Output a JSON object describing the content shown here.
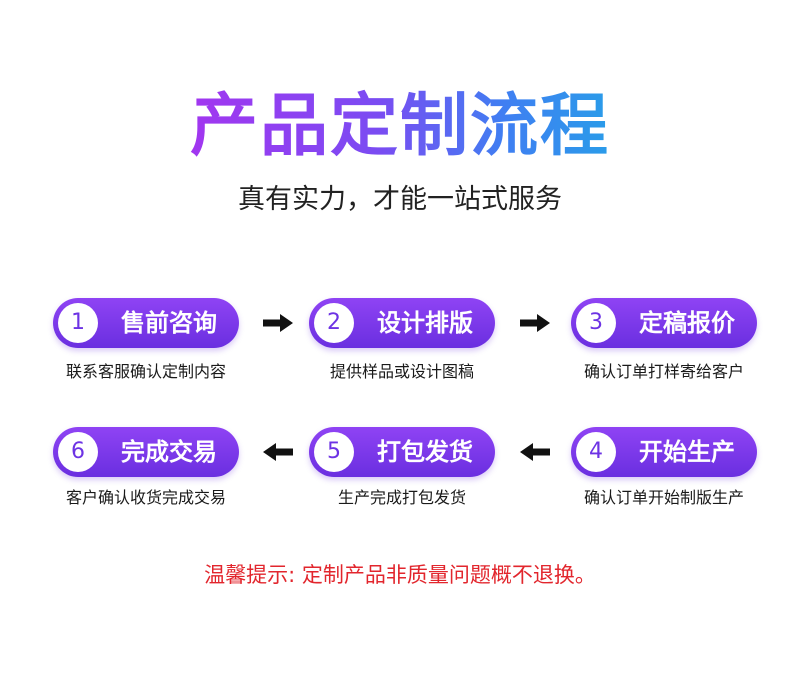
{
  "title": "产品定制流程",
  "subtitle": "真有实力，才能一站式服务",
  "steps": [
    {
      "number": "1",
      "label": "售前咨询",
      "desc": "联系客服确认定制内容"
    },
    {
      "number": "2",
      "label": "设计排版",
      "desc": "提供样品或设计图稿"
    },
    {
      "number": "3",
      "label": "定稿报价",
      "desc": "确认订单打样寄给客户"
    },
    {
      "number": "4",
      "label": "开始生产",
      "desc": "确认订单开始制版生产"
    },
    {
      "number": "5",
      "label": "打包发货",
      "desc": "生产完成打包发货"
    },
    {
      "number": "6",
      "label": "完成交易",
      "desc": "客户确认收货完成交易"
    }
  ],
  "notice": "温馨提示: 定制产品非质量问题概不退换。",
  "colors": {
    "pill_top": "#8f43f4",
    "pill_bottom": "#6a2fe0",
    "number": "#6d33e4",
    "notice": "#e2262d",
    "arrow": "#111111",
    "title_gradient": [
      "#a236f0",
      "#7a4cf2",
      "#3f7ff2",
      "#2a9ce9"
    ]
  },
  "icons": {
    "arrow_forward": "arrow-right-icon",
    "arrow_back": "arrow-left-icon"
  }
}
